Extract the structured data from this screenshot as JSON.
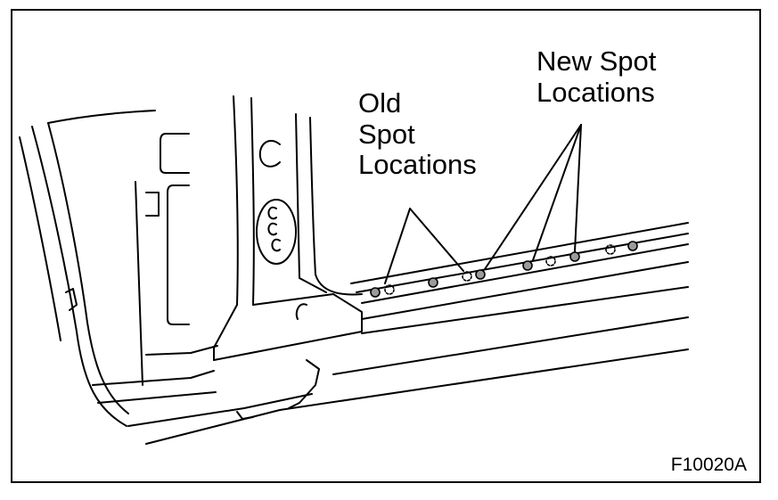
{
  "labels": {
    "old_spot": [
      "Old",
      "Spot",
      "Locations"
    ],
    "new_spot": [
      "New Spot",
      "Locations"
    ],
    "figure_code": "F10020A"
  }
}
